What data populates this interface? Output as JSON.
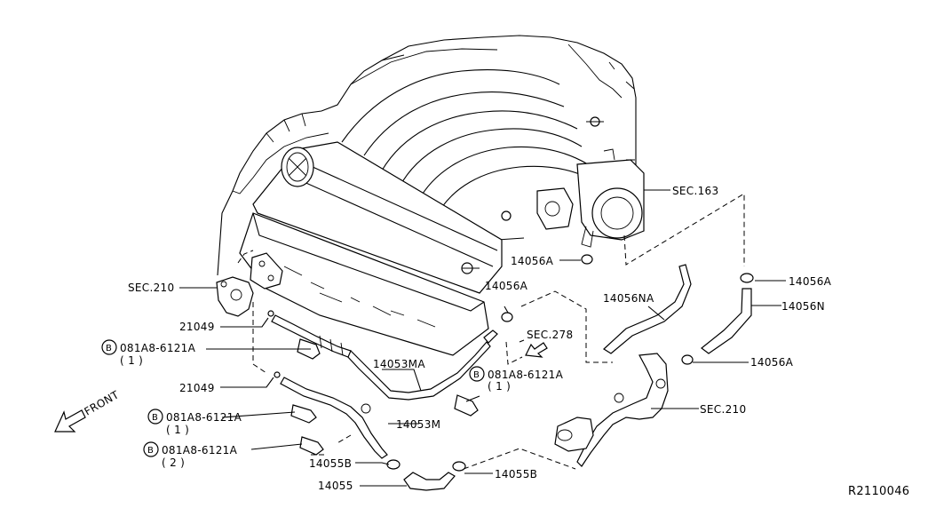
{
  "front_label": "FRONT",
  "diagram_code": "R2110046",
  "labels": {
    "sec163": "SEC.163",
    "p14056a_1": "14056A",
    "p14056a_2": "14056A",
    "p14056a_3": "14056A",
    "p14056a_4": "14056A",
    "p14056n": "14056N",
    "p14056na": "14056NA",
    "sec278": "SEC.278",
    "sec210_left": "SEC.210",
    "sec210_right": "SEC.210",
    "p21049_1": "21049",
    "p21049_2": "21049",
    "p14053ma": "14053MA",
    "p14053m": "14053M",
    "p14055b_1": "14055B",
    "p14055b_2": "14055B",
    "p14055": "14055"
  },
  "bolts": [
    {
      "circle": "B",
      "part": "081A8-6121A",
      "qty": "( 1 )"
    },
    {
      "circle": "B",
      "part": "081A8-6121A",
      "qty": "( 1 )"
    },
    {
      "circle": "B",
      "part": "081A8-6121A",
      "qty": "( 1 )"
    },
    {
      "circle": "B",
      "part": "081A8-6121A",
      "qty": "( 2 )"
    }
  ]
}
